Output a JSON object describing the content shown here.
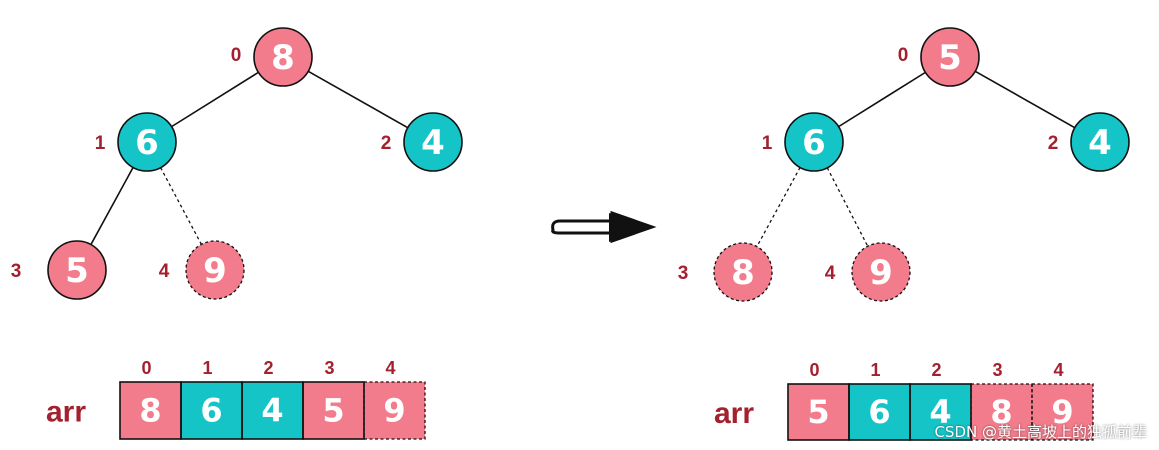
{
  "colors": {
    "pink": "#f27c8b",
    "teal": "#14c4c7",
    "index": "#a3202e",
    "label": "#a3202e",
    "stroke": "#111111"
  },
  "left": {
    "nodes": [
      {
        "index": "0",
        "value": "8",
        "color": "pink",
        "dashed": false
      },
      {
        "index": "1",
        "value": "6",
        "color": "teal",
        "dashed": false
      },
      {
        "index": "2",
        "value": "4",
        "color": "teal",
        "dashed": false
      },
      {
        "index": "3",
        "value": "5",
        "color": "pink",
        "dashed": false
      },
      {
        "index": "4",
        "value": "9",
        "color": "pink",
        "dashed": true
      }
    ],
    "edges": [
      {
        "from": 0,
        "to": 1,
        "dashed": false
      },
      {
        "from": 0,
        "to": 2,
        "dashed": false
      },
      {
        "from": 1,
        "to": 3,
        "dashed": false
      },
      {
        "from": 1,
        "to": 4,
        "dashed": true
      }
    ],
    "array": {
      "label": "arr",
      "cells": [
        {
          "index": "0",
          "value": "8",
          "color": "pink",
          "dashed": false
        },
        {
          "index": "1",
          "value": "6",
          "color": "teal",
          "dashed": false
        },
        {
          "index": "2",
          "value": "4",
          "color": "teal",
          "dashed": false
        },
        {
          "index": "3",
          "value": "5",
          "color": "pink",
          "dashed": false
        },
        {
          "index": "4",
          "value": "9",
          "color": "pink",
          "dashed": true
        }
      ]
    }
  },
  "right": {
    "nodes": [
      {
        "index": "0",
        "value": "5",
        "color": "pink",
        "dashed": false
      },
      {
        "index": "1",
        "value": "6",
        "color": "teal",
        "dashed": false
      },
      {
        "index": "2",
        "value": "4",
        "color": "teal",
        "dashed": false
      },
      {
        "index": "3",
        "value": "8",
        "color": "pink",
        "dashed": true
      },
      {
        "index": "4",
        "value": "9",
        "color": "pink",
        "dashed": true
      }
    ],
    "edges": [
      {
        "from": 0,
        "to": 1,
        "dashed": false
      },
      {
        "from": 0,
        "to": 2,
        "dashed": false
      },
      {
        "from": 1,
        "to": 3,
        "dashed": true
      },
      {
        "from": 1,
        "to": 4,
        "dashed": true
      }
    ],
    "array": {
      "label": "arr",
      "cells": [
        {
          "index": "0",
          "value": "5",
          "color": "pink",
          "dashed": false
        },
        {
          "index": "1",
          "value": "6",
          "color": "teal",
          "dashed": false
        },
        {
          "index": "2",
          "value": "4",
          "color": "teal",
          "dashed": false
        },
        {
          "index": "3",
          "value": "8",
          "color": "pink",
          "dashed": true
        },
        {
          "index": "4",
          "value": "9",
          "color": "pink",
          "dashed": true
        }
      ]
    }
  },
  "watermark": "CSDN @黄土高坡上的独孤前辈"
}
